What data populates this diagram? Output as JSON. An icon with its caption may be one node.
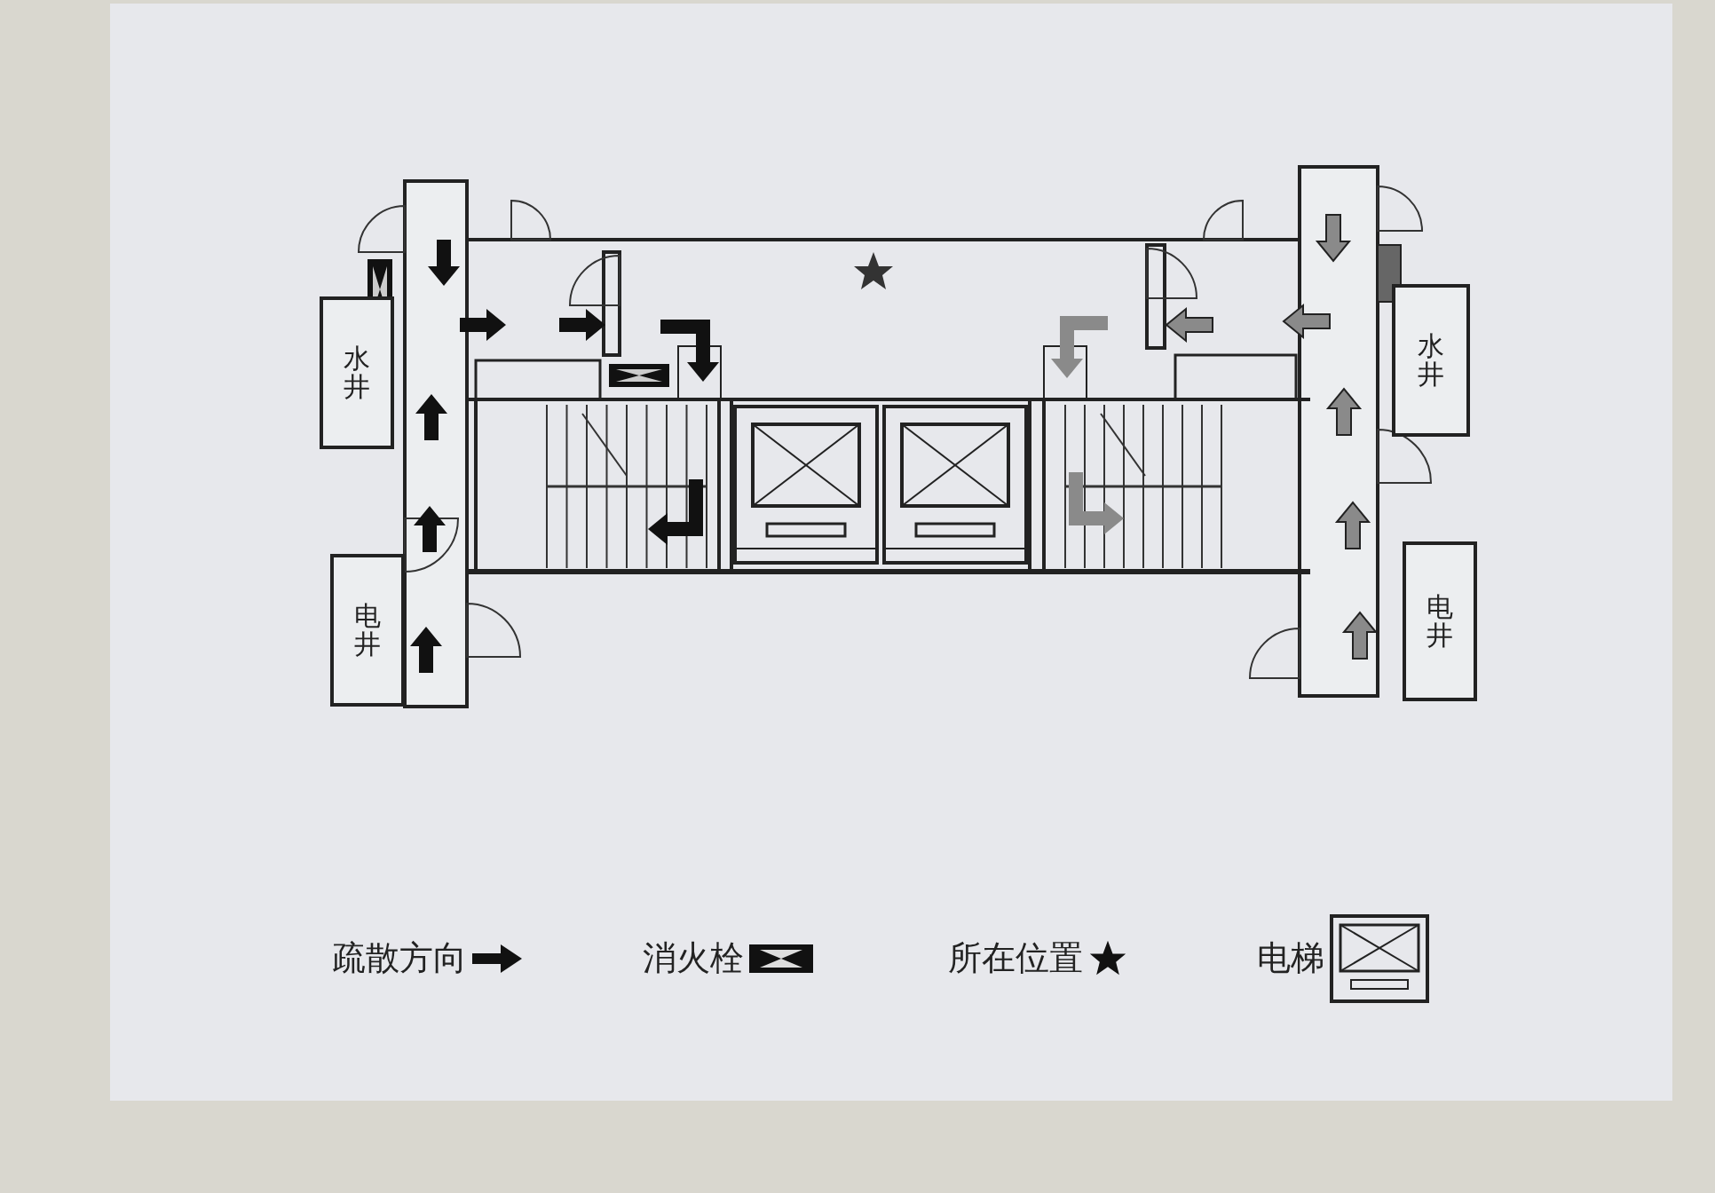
{
  "diagram": {
    "nodes": [
      {
        "text": [
          "水井"
        ]
      },
      {
        "text": [
          "电井"
        ]
      },
      {
        "text": [
          "水井"
        ]
      },
      {
        "text": [
          "电井"
        ]
      }
    ],
    "legend": [
      {
        "text": "疏散方向"
      },
      {
        "text": "消火栓"
      },
      {
        "text": "所在位置"
      },
      {
        "text": "电梯"
      }
    ]
  }
}
